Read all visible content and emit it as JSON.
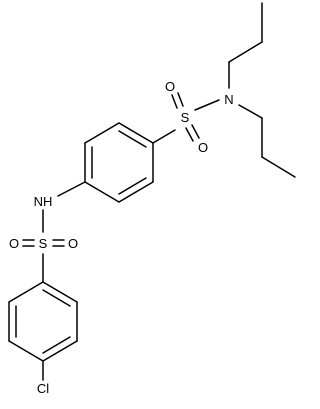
{
  "molecule": {
    "atoms": {
      "o_top_1": "O",
      "o_top_2": "O",
      "s_top": "S",
      "n_top": "N",
      "nh": "NH",
      "s_bottom": "S",
      "o_bottom_1": "O",
      "o_bottom_2": "O",
      "cl": "Cl"
    },
    "colors": {
      "bond": "#000000",
      "label": "#000000",
      "background": "#ffffff"
    }
  }
}
